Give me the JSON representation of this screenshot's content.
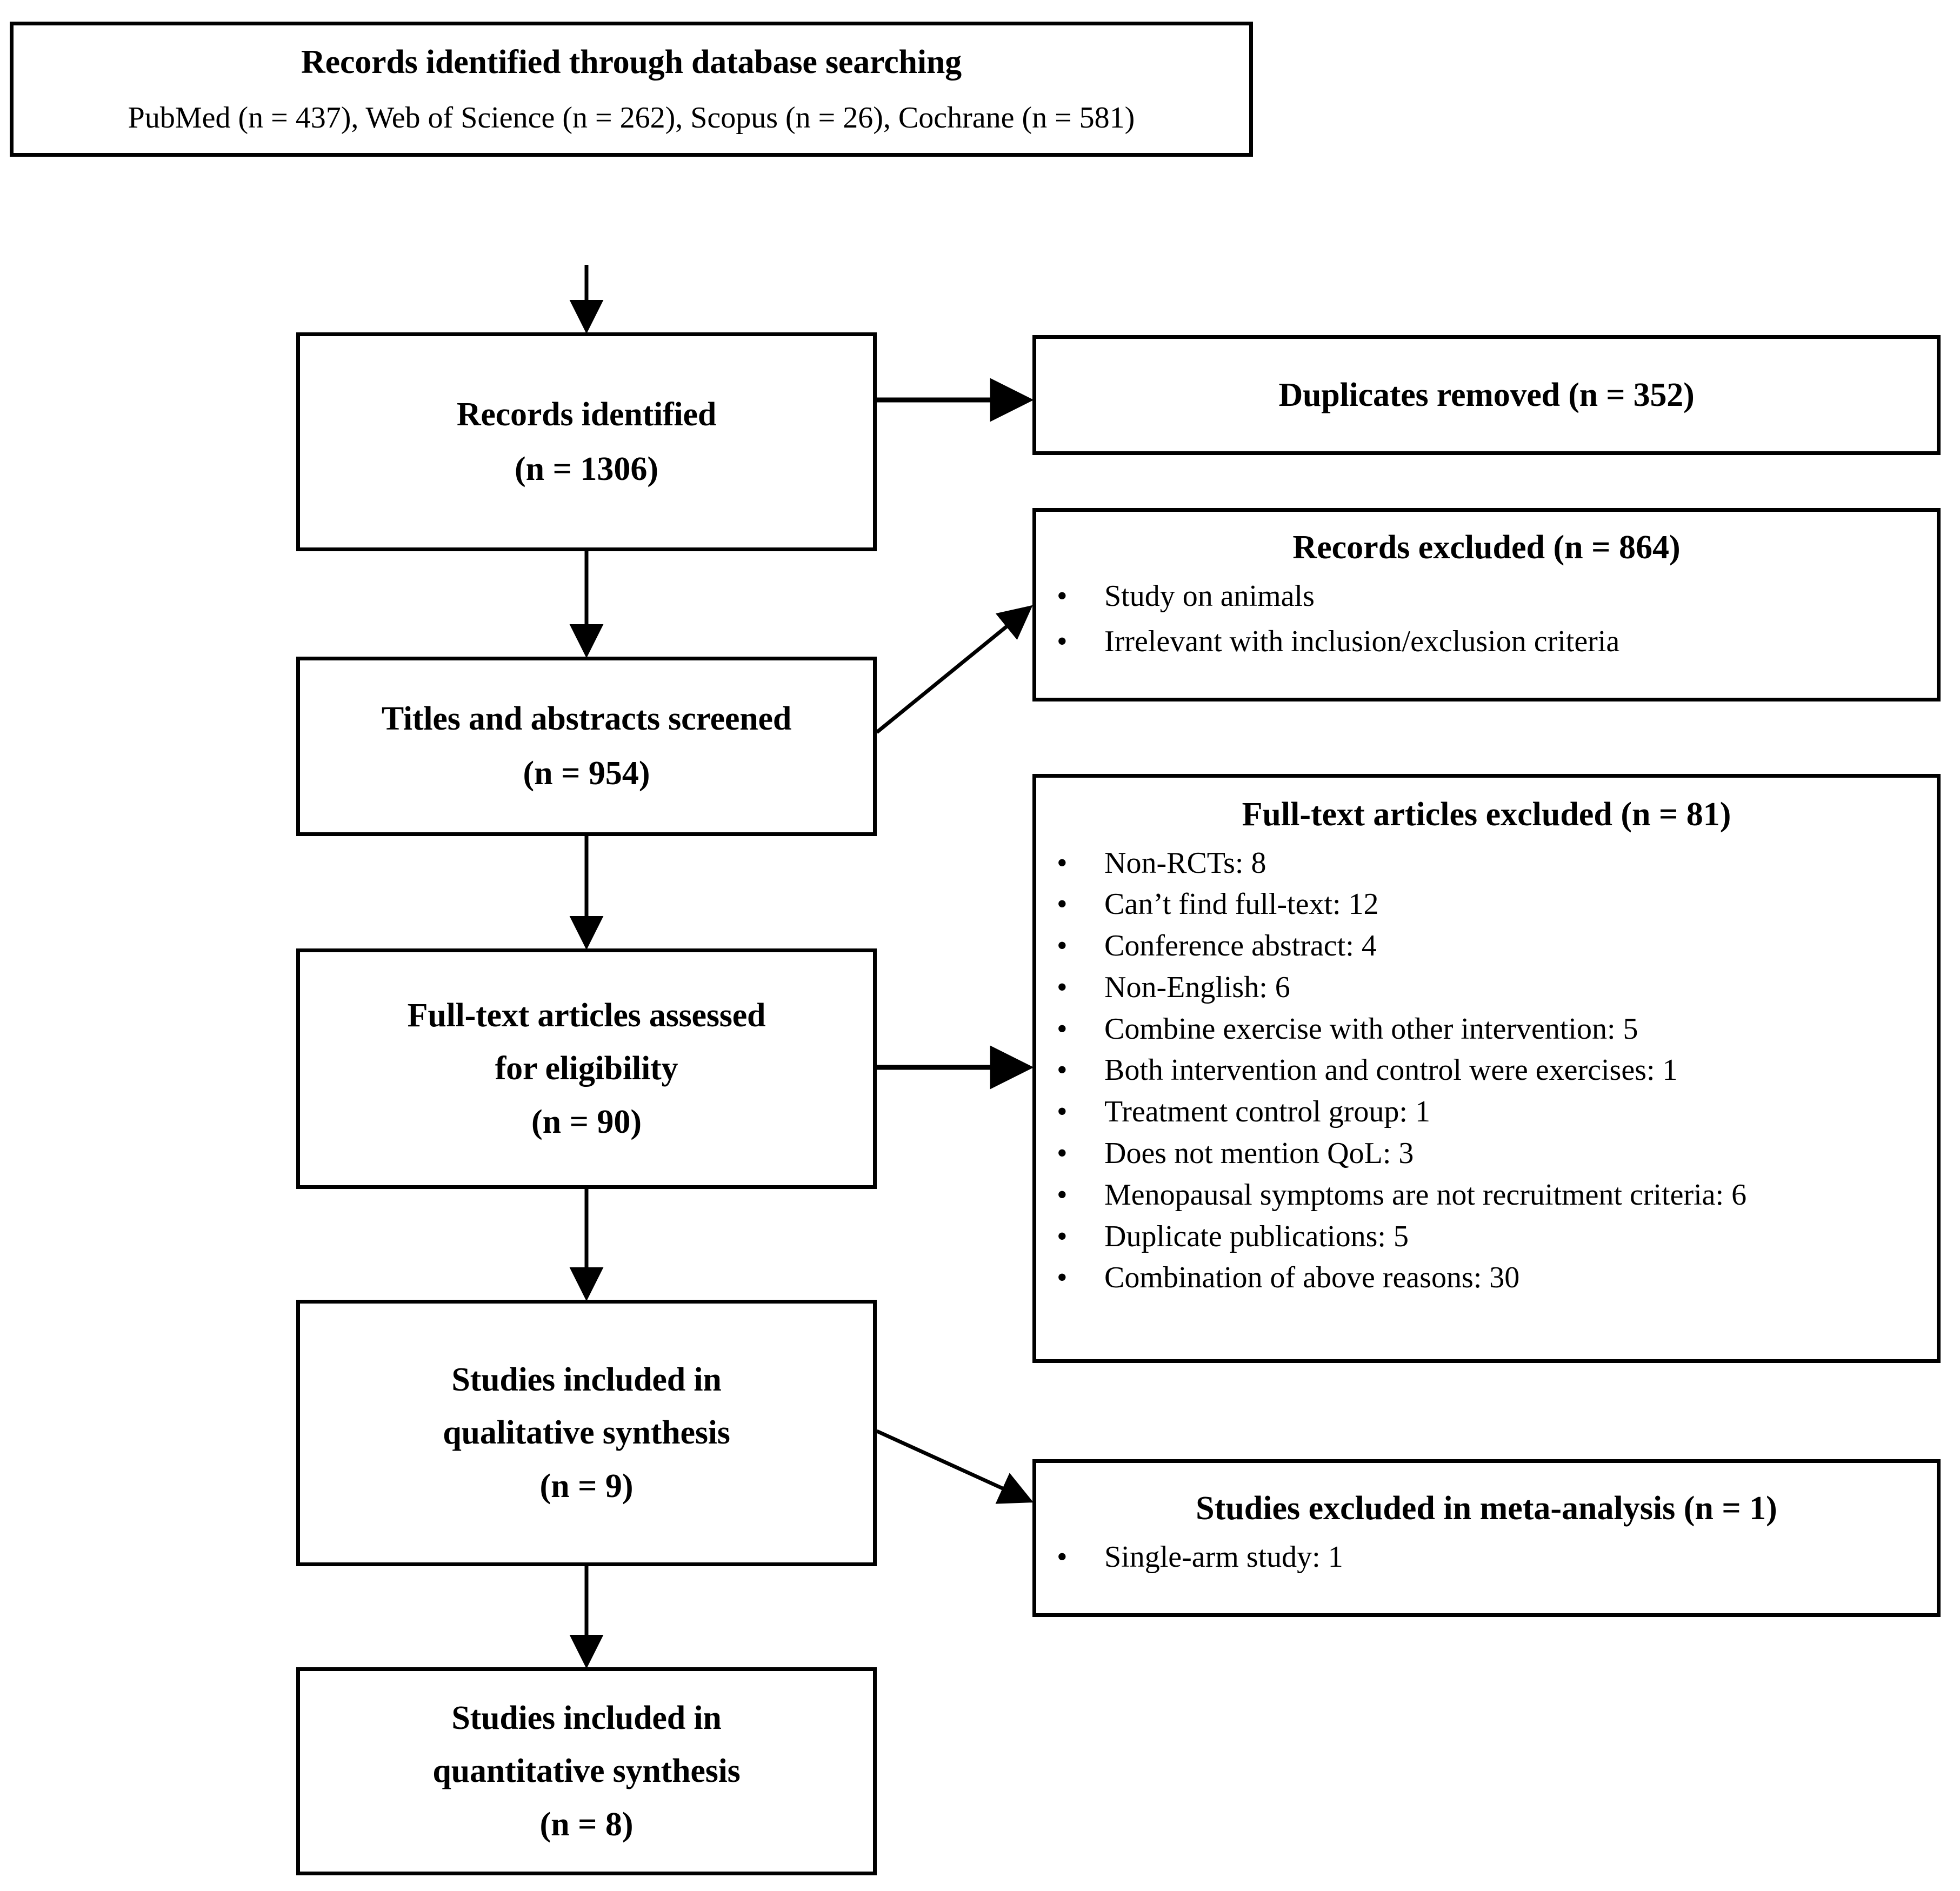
{
  "diagram": {
    "type": "prisma-flow-diagram",
    "title": "PRISMA study selection flow diagram",
    "colors": {
      "line": "#000000",
      "box_border": "#000000",
      "background": "#ffffff",
      "text": "#000000"
    }
  },
  "nodes": {
    "identification": {
      "title": "Records identified through database searching",
      "sources_line": "PubMed (n = 437), Web of Science (n = 262), Scopus (n = 26), Cochrane (n = 581)",
      "sources": [
        {
          "database": "PubMed",
          "n": 437
        },
        {
          "database": "Web of Science",
          "n": 262
        },
        {
          "database": "Scopus",
          "n": 26
        },
        {
          "database": "Cochrane",
          "n": 581
        }
      ]
    },
    "records_identified": {
      "title": "Records identified",
      "count_line": "(n = 1306)",
      "n": 1306
    },
    "duplicates_removed": {
      "title": "Duplicates removed (n = 352)",
      "n": 352
    },
    "screened": {
      "title": "Titles and abstracts screened",
      "count_line": "(n = 954)",
      "n": 954
    },
    "records_excluded": {
      "header": "Records excluded (n = 864)",
      "n": 864,
      "reasons": [
        "Study on animals",
        "Irrelevant with inclusion/exclusion criteria"
      ]
    },
    "eligibility": {
      "title_line1": "Full-text articles assessed",
      "title_line2": "for eligibility",
      "count_line": "(n = 90)",
      "n": 90
    },
    "fulltext_excluded": {
      "header": "Full-text articles excluded (n = 81)",
      "n": 81,
      "reasons": [
        "Non-RCTs: 8",
        "Can’t find full-text: 12",
        "Conference abstract: 4",
        "Non-English: 6",
        "Combine exercise with other intervention: 5",
        "Both intervention and control were exercises: 1",
        "Treatment control group: 1",
        "Does not mention QoL: 3",
        "Menopausal symptoms are not recruitment criteria: 6",
        "Duplicate publications: 5",
        "Combination of above reasons: 30"
      ]
    },
    "qualitative": {
      "title_line1": "Studies included in",
      "title_line2": "qualitative synthesis",
      "count_line": "(n = 9)",
      "n": 9
    },
    "meta_excluded": {
      "header": "Studies excluded in meta-analysis (n = 1)",
      "n": 1,
      "reasons": [
        "Single-arm study: 1"
      ]
    },
    "quantitative": {
      "title_line1": "Studies included in",
      "title_line2": "quantitative synthesis",
      "count_line": "(n = 8)",
      "n": 8
    }
  },
  "symbols": {
    "bullet": "•"
  }
}
